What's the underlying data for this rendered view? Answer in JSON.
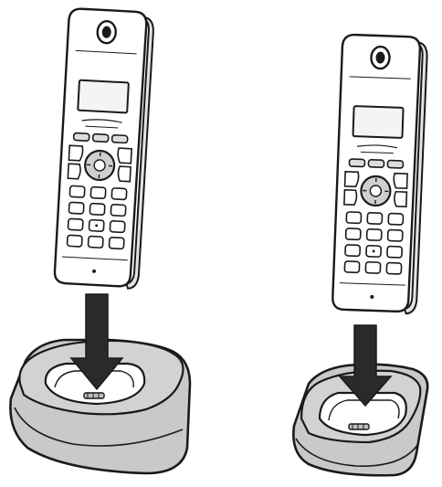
{
  "illustration": {
    "panels": [
      {
        "id": "left",
        "handset": "cordless-handset",
        "base": "charger-base-rounded",
        "action": "down-arrow"
      },
      {
        "id": "right",
        "handset": "cordless-handset",
        "base": "charger-base-compact",
        "action": "down-arrow"
      }
    ],
    "colors": {
      "outline": "#1a1a1a",
      "handset_body": "#ffffff",
      "handset_side": "#e4e4e4",
      "base_fill": "#c9c9c9",
      "base_top": "#ffffff",
      "arrow": "#2a2a2a"
    }
  }
}
